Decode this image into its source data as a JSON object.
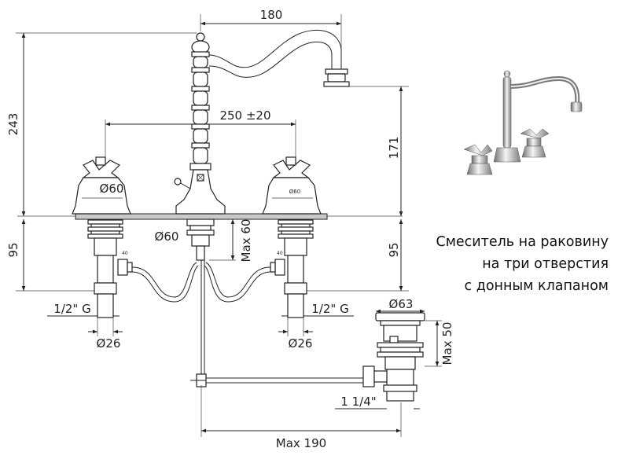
{
  "caption": {
    "line1": "Смеситель на раковину",
    "line2": "на три отверстия",
    "line3": "с донным клапаном"
  },
  "dimensions": {
    "width_top": "180",
    "height_total": "243",
    "spacing": "250 ±20",
    "height_spout": "171",
    "left_diam": "Ø60",
    "center_diam": "Ø60",
    "right_diam_small": "Ø60",
    "max_60": "Max 60",
    "left_95": "95",
    "right_95": "95",
    "left_thread": "1/2\" G",
    "right_thread": "1/2\" G",
    "left_diam26": "Ø26",
    "right_diam26": "Ø26",
    "drain_diam": "Ø63",
    "drain_max50": "Max 50",
    "drain_thread": "1 1/4\"",
    "max_190": "Max 190",
    "small_40_left": "40",
    "small_40_right": "40"
  },
  "icons": [
    "cross-handle-icon",
    "spout-icon",
    "drain-valve-icon",
    "faucet-photo"
  ]
}
